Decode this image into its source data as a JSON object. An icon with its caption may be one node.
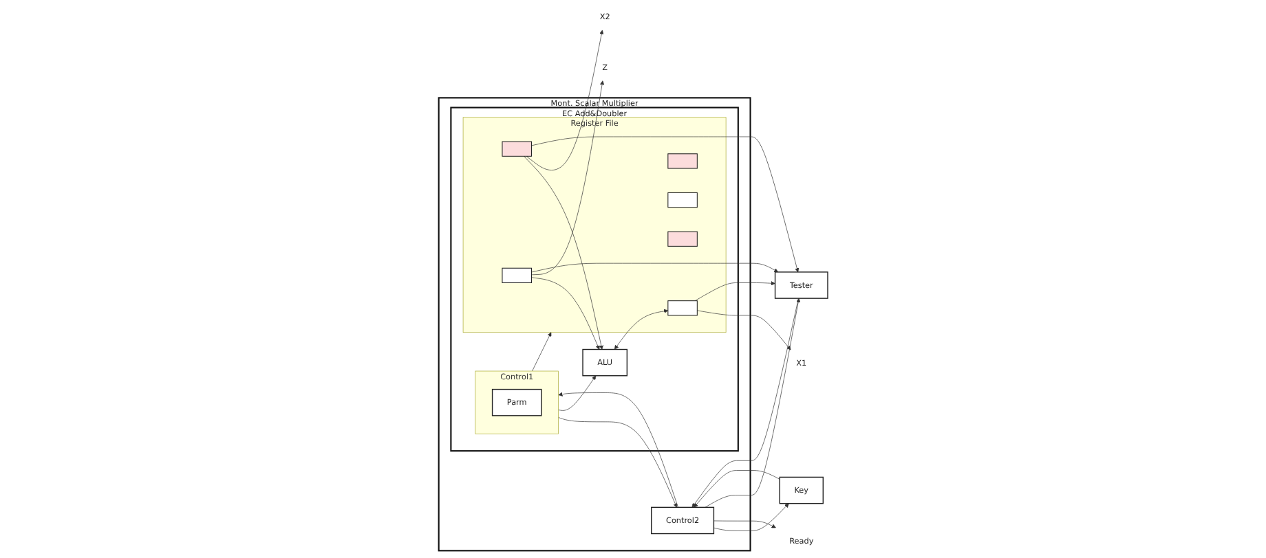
{
  "diagram": {
    "nodes": [
      {
        "text": [
          "Mont. Scalar Multiplier"
        ]
      },
      {
        "text": [
          "Key"
        ]
      },
      {
        "text": [
          "Tester"
        ]
      },
      {
        "text": [
          "Control2"
        ],
        "in": 0
      },
      {
        "text": [
          "EC Add&Doubler"
        ],
        "in": 0
      },
      {
        "text": [
          "Control1"
        ],
        "in": 4
      },
      {
        "text": [
          "Parm"
        ],
        "in": 5
      },
      {
        "text": [
          "ALU"
        ],
        "in": 4
      },
      {
        "text": [
          "Register File"
        ],
        "in": 4
      },
      {
        "text": [],
        "shape": "bar",
        "in": 8
      },
      {
        "text": [],
        "shape": "bar",
        "in": 8
      },
      {
        "text": [],
        "shape": "bar",
        "in": 8
      },
      {
        "text": [],
        "shape": "bar",
        "in": 8
      },
      {
        "text": [],
        "shape": "bar",
        "in": 8
      },
      {
        "text": [],
        "shape": "bar",
        "in": 8
      },
      {
        "text": [
          "X1"
        ]
      },
      {
        "text": [
          "X2"
        ]
      },
      {
        "text": [
          "Z"
        ]
      },
      {
        "text": [
          "Ready"
        ]
      }
    ],
    "edges": [
      {
        "from": 3,
        "to": 1,
        "arrow": "to"
      },
      {
        "from": 1,
        "to": 3,
        "arrow": "to"
      },
      {
        "from": 2,
        "to": 3,
        "arrow": "to"
      },
      {
        "from": 3,
        "to": 5,
        "arrow": "to"
      },
      {
        "from": 5,
        "to": 3,
        "arrow": "to"
      },
      {
        "from": 5,
        "to": 8,
        "arrow": "to"
      },
      {
        "from": 5,
        "to": 7,
        "arrow": "to"
      },
      {
        "from": 7,
        "to": 9,
        "arrow": "both"
      },
      {
        "from": 10,
        "to": 7,
        "arrow": "to"
      },
      {
        "from": 11,
        "to": 7,
        "arrow": "to"
      },
      {
        "from": 9,
        "to": 15,
        "arrow": "to"
      },
      {
        "from": 10,
        "to": 16,
        "arrow": "to"
      },
      {
        "from": 11,
        "to": 17,
        "arrow": "to"
      },
      {
        "from": 3,
        "to": 18,
        "arrow": "to"
      },
      {
        "from": 9,
        "to": 2,
        "arrow": "to"
      },
      {
        "from": 10,
        "to": 2,
        "arrow": "to"
      },
      {
        "from": 11,
        "to": 2,
        "arrow": "to"
      },
      {
        "from": 3,
        "to": 2,
        "arrow": "to"
      }
    ]
  }
}
